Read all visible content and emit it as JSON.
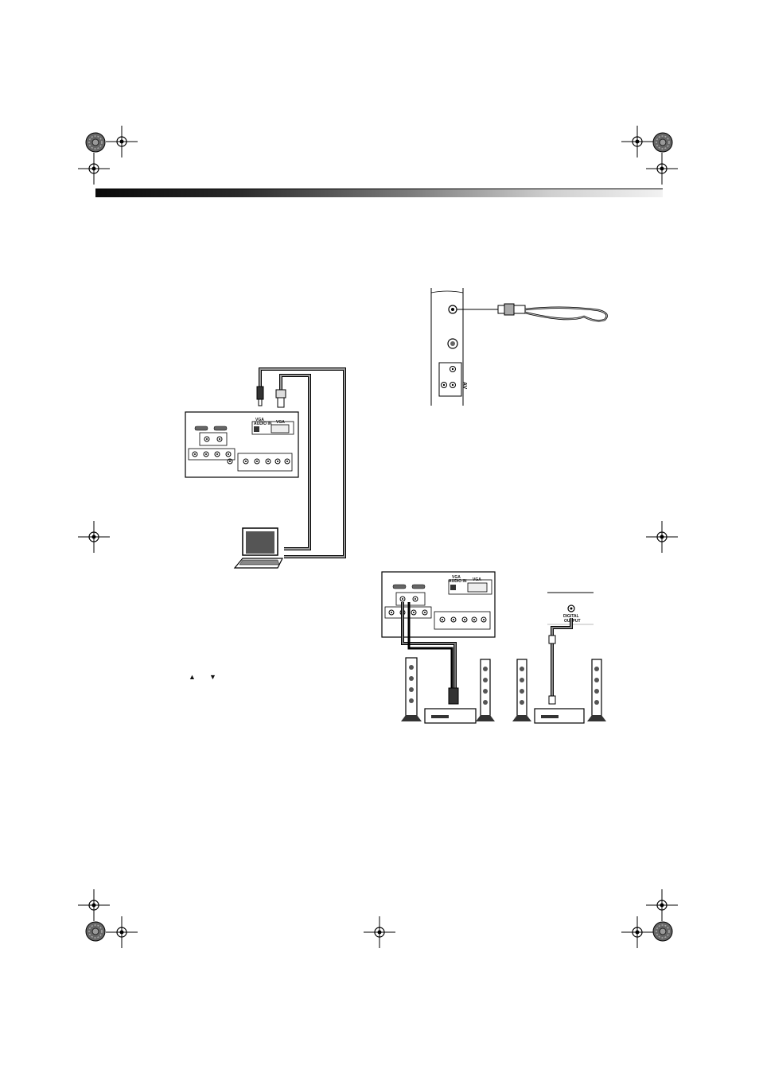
{
  "page": {
    "up_arrow": "▲",
    "down_arrow": "▼"
  },
  "figures": {
    "pc_panel": {
      "vga_label": "VGA",
      "vga_audio_label": "AUDIO IN",
      "vga_port_label": "VGA"
    },
    "av_panel": {
      "av_label": "AV"
    },
    "audio_panel": {
      "vga_label": "VGA",
      "vga_audio_label": "AUDIO IN",
      "vga_port_label": "VGA"
    },
    "digital_output": {
      "line1": "DIGITAL",
      "line2": "OUTPUT"
    }
  },
  "colors": {
    "ink": "#111111",
    "cable_gray": "#777777",
    "laptop_screen": "#555555"
  }
}
